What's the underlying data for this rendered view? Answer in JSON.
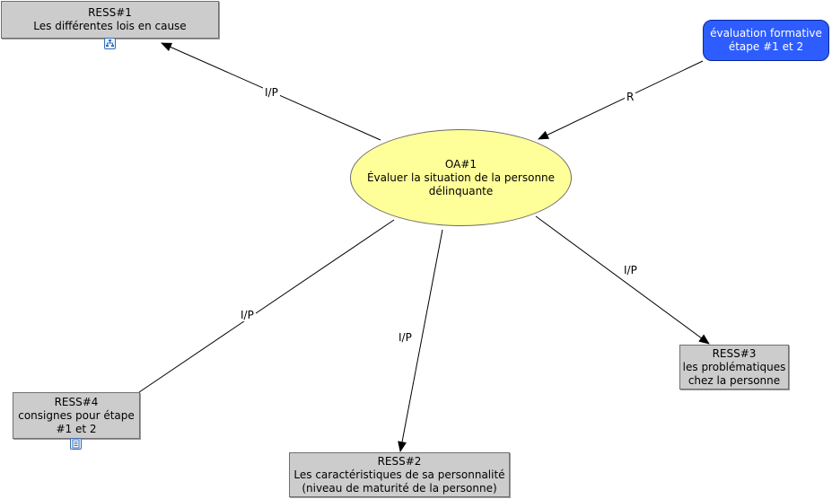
{
  "nodes": {
    "oa1": [
      "OA#1",
      "Évaluer la situation de la personne",
      "délinquante"
    ],
    "ress1": [
      "RESS#1",
      "Les différentes lois en cause"
    ],
    "ress2": [
      "RESS#2",
      "Les caractéristiques de sa personnalité",
      "(niveau de maturité de la personne)"
    ],
    "ress3": [
      "RESS#3",
      "les problématiques",
      "chez la personne"
    ],
    "ress4": [
      "RESS#4",
      "consignes pour étape",
      "#1 et 2"
    ],
    "eval": [
      "évaluation formative",
      "étape #1 et 2"
    ]
  },
  "edges": {
    "ress1": "I/P",
    "eval": "R",
    "ress3": "I/P",
    "ress4": "I/P",
    "ress2": "I/P"
  },
  "icons": {
    "ress1": "concept-map-icon",
    "ress4": "document-icon"
  },
  "colors": {
    "resource_fill": "#cccccc",
    "objective_fill": "#ffff99",
    "evaluation_fill": "#2d5cff"
  }
}
